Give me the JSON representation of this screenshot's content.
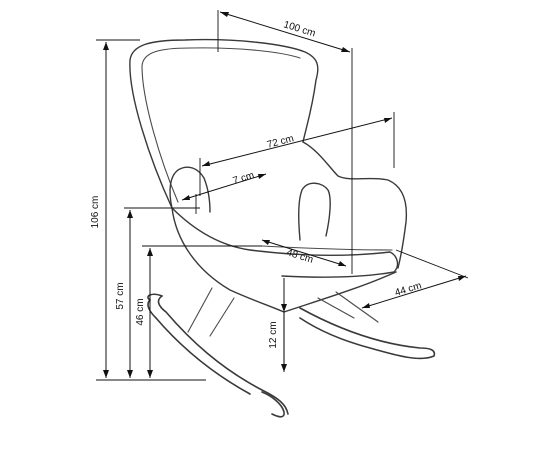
{
  "dimensions": {
    "overall_width": "100 cm",
    "overall_depth": "72 cm",
    "armrest_width": "7 cm",
    "seat_depth": "48 cm",
    "seat_width": "44 cm",
    "total_height": "106 cm",
    "armrest_height": "57 cm",
    "seat_height": "46 cm",
    "rocker_clearance": "12 cm"
  }
}
